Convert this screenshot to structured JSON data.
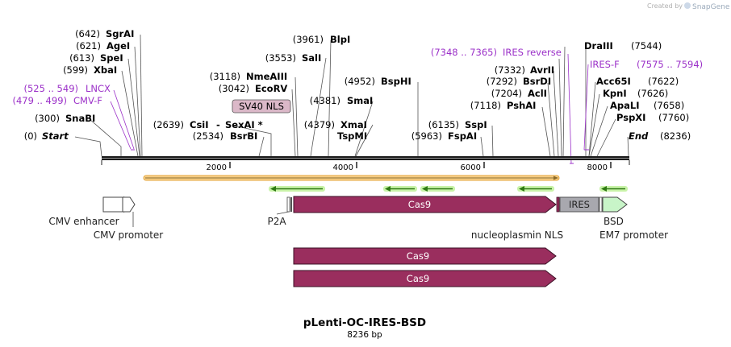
{
  "header": {
    "created_by": "Created by",
    "app_name": "SnapGene"
  },
  "map": {
    "title": "pLenti-OC-IRES-BSD",
    "length": "8236 bp",
    "start": "Start",
    "start_pos": "(0)",
    "end": "End",
    "end_pos": "(8236)",
    "ruler_ticks": [
      "2000",
      "4000",
      "6000",
      "8000"
    ]
  },
  "sites": {
    "sgrai": {
      "pos": "(642)",
      "name": "SgrAI"
    },
    "agei": {
      "pos": "(621)",
      "name": "AgeI"
    },
    "spei": {
      "pos": "(613)",
      "name": "SpeI"
    },
    "xbai": {
      "pos": "(599)",
      "name": "XbaI"
    },
    "lncx": {
      "pos": "(525 .. 549)",
      "name": "LNCX"
    },
    "cmvf": {
      "pos": "(479 .. 499)",
      "name": "CMV-F"
    },
    "snabi": {
      "pos": "(300)",
      "name": "SnaBI"
    },
    "csii": {
      "pos": "(2639)",
      "name": "CsiI"
    },
    "sexai": {
      "name": "SexAI *"
    },
    "bsrbi": {
      "pos": "(2534)",
      "name": "BsrBI"
    },
    "nmeaiii": {
      "pos": "(3118)",
      "name": "NmeAIII"
    },
    "ecorv": {
      "pos": "(3042)",
      "name": "EcoRV"
    },
    "blpi": {
      "pos": "(3961)",
      "name": "BlpI"
    },
    "sali": {
      "pos": "(3553)",
      "name": "SalI"
    },
    "smai": {
      "pos": "(4381)",
      "name": "SmaI"
    },
    "xmai": {
      "pos": "(4379)",
      "name": "XmaI"
    },
    "tspmi": {
      "name": "TspMI"
    },
    "bsphi": {
      "pos": "(4952)",
      "name": "BspHI"
    },
    "sspi": {
      "pos": "(6135)",
      "name": "SspI"
    },
    "fspai": {
      "pos": "(5963)",
      "name": "FspAI"
    },
    "ires_rev": {
      "pos": "(7348 .. 7365)",
      "name": "IRES reverse"
    },
    "avrii": {
      "pos": "(7332)",
      "name": "AvrII"
    },
    "bsrdi": {
      "pos": "(7292)",
      "name": "BsrDI"
    },
    "acli": {
      "pos": "(7204)",
      "name": "AclI"
    },
    "pshai": {
      "pos": "(7118)",
      "name": "PshAI"
    },
    "draiii": {
      "pos": "(7544)",
      "name": "DraIII"
    },
    "iresf": {
      "pos": "(7575 .. 7594)",
      "name": "IRES-F"
    },
    "acc65i": {
      "pos": "(7622)",
      "name": "Acc65I"
    },
    "kpni": {
      "pos": "(7626)",
      "name": "KpnI"
    },
    "apali": {
      "pos": "(7658)",
      "name": "ApaLI"
    },
    "pspxi": {
      "pos": "(7760)",
      "name": "PspXI"
    }
  },
  "features": {
    "sv40_nls": "SV40 NLS",
    "cas9": "Cas9",
    "ires": "IRES",
    "cmv_enhancer": "CMV enhancer",
    "cmv_promoter": "CMV promoter",
    "p2a": "P2A",
    "nucleoplasmin_nls": "nucleoplasmin NLS",
    "bsd": "BSD",
    "em7_promoter": "EM7 promoter",
    "cas9_track2": "Cas9",
    "cas9_track3": "Cas9"
  },
  "colors": {
    "cas9": "#9a2e5e",
    "ires": "#a8a8ae",
    "bsd": "#c8f5c8",
    "primer": "#9b30c8",
    "sv40": "#dbb8c8",
    "orf_arrow": "#3d8a1c",
    "orf_bar": "#f2a93b"
  }
}
